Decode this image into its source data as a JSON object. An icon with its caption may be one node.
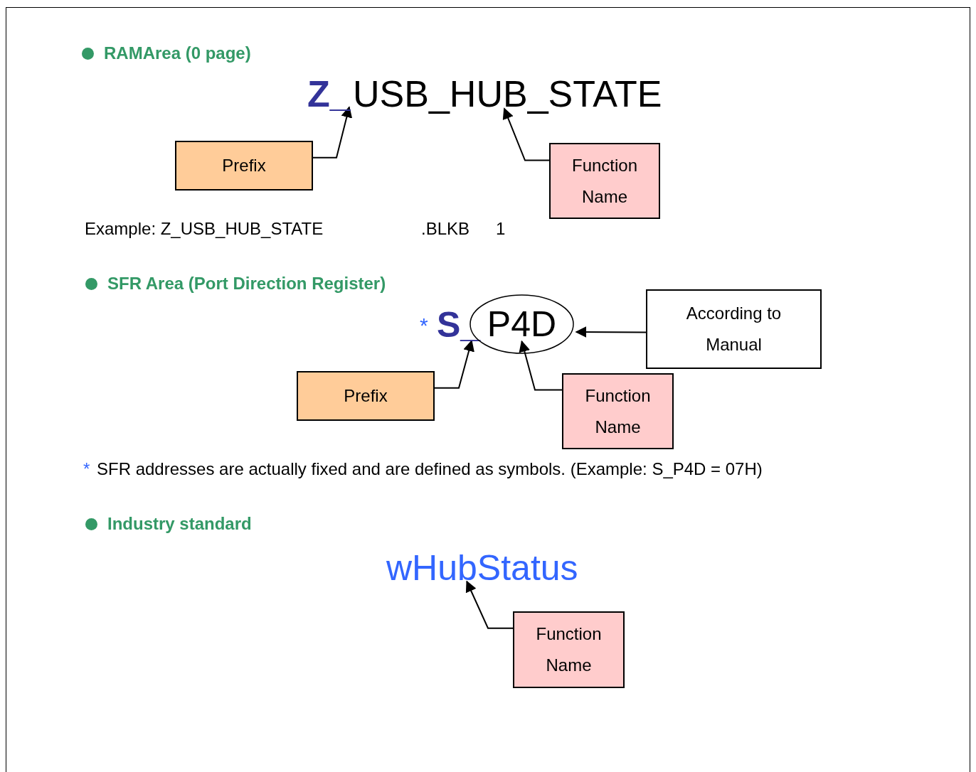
{
  "diagram": {
    "nodes": [
      {
        "text": [
          "Z_"
        ]
      },
      {
        "text": [
          "USB_HUB_STATE"
        ]
      },
      {
        "text": [
          "Prefix"
        ]
      },
      {
        "text": [
          "Function Name"
        ]
      },
      {
        "text": [
          "S_"
        ]
      },
      {
        "text": [
          "P4D"
        ]
      },
      {
        "text": [
          "According to Manual"
        ]
      },
      {
        "text": [
          "Prefix"
        ]
      },
      {
        "text": [
          "Function Name"
        ]
      },
      {
        "text": [
          "wHubStatus"
        ]
      },
      {
        "text": [
          "Function Name"
        ]
      }
    ],
    "edges": [
      {
        "from": 2,
        "to": 0,
        "arrow": "to"
      },
      {
        "from": 3,
        "to": 1,
        "arrow": "to"
      },
      {
        "from": 6,
        "to": 5,
        "arrow": "to"
      },
      {
        "from": 7,
        "to": 4,
        "arrow": "to"
      },
      {
        "from": 8,
        "to": 5,
        "arrow": "to"
      },
      {
        "from": 10,
        "to": 9,
        "arrow": "to"
      }
    ],
    "labels": [
      "RAMArea (0 page)",
      "Example: Z_USB_HUB_STATE",
      ".BLKB",
      "1",
      "SFR Area (Port Direction Register)",
      "*",
      "*",
      "SFR addresses are actually fixed and are defined as symbols. (Example: S_P4D = 07H)",
      "Industry standard"
    ]
  }
}
